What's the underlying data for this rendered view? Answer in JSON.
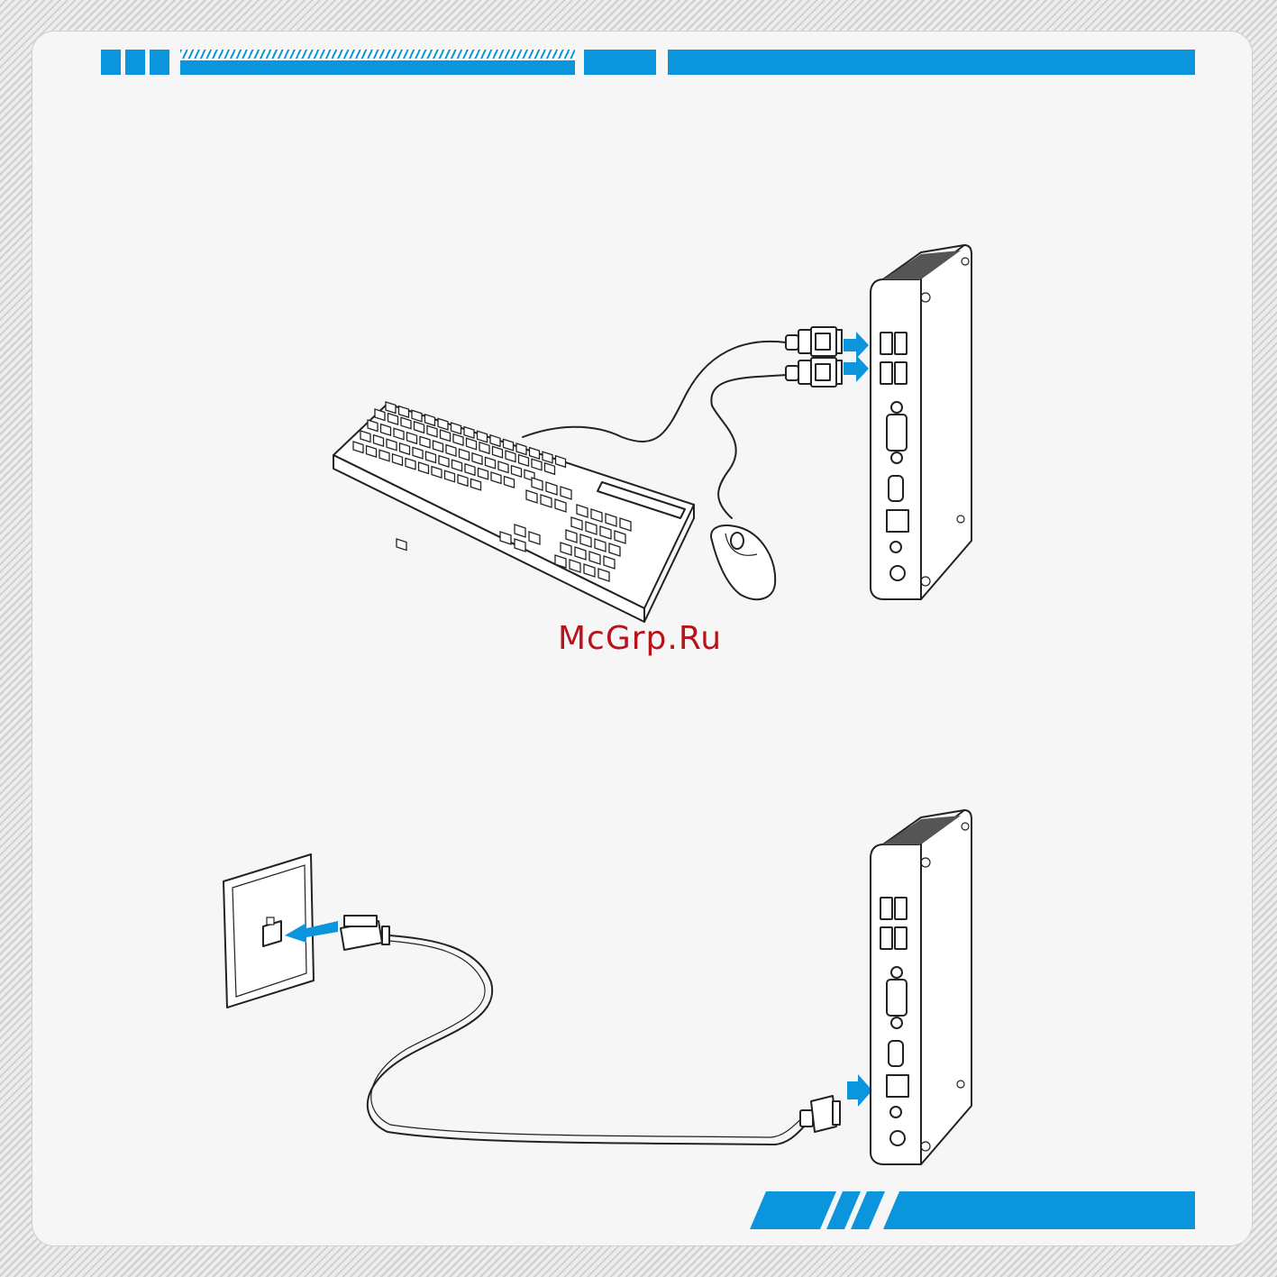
{
  "watermark": "McGrp.Ru",
  "colors": {
    "accent": "#0b95dd",
    "watermark": "#b8121b"
  },
  "illustrations": [
    {
      "name": "keyboard-mouse-usb-connection",
      "icons": [
        "keyboard-icon",
        "mouse-icon",
        "usb-plug-icon",
        "mini-pc-icon",
        "arrow-right-icon"
      ]
    },
    {
      "name": "lan-cable-connection",
      "icons": [
        "wall-jack-icon",
        "rj45-plug-icon",
        "mini-pc-icon",
        "arrow-left-icon",
        "arrow-right-icon"
      ]
    }
  ]
}
